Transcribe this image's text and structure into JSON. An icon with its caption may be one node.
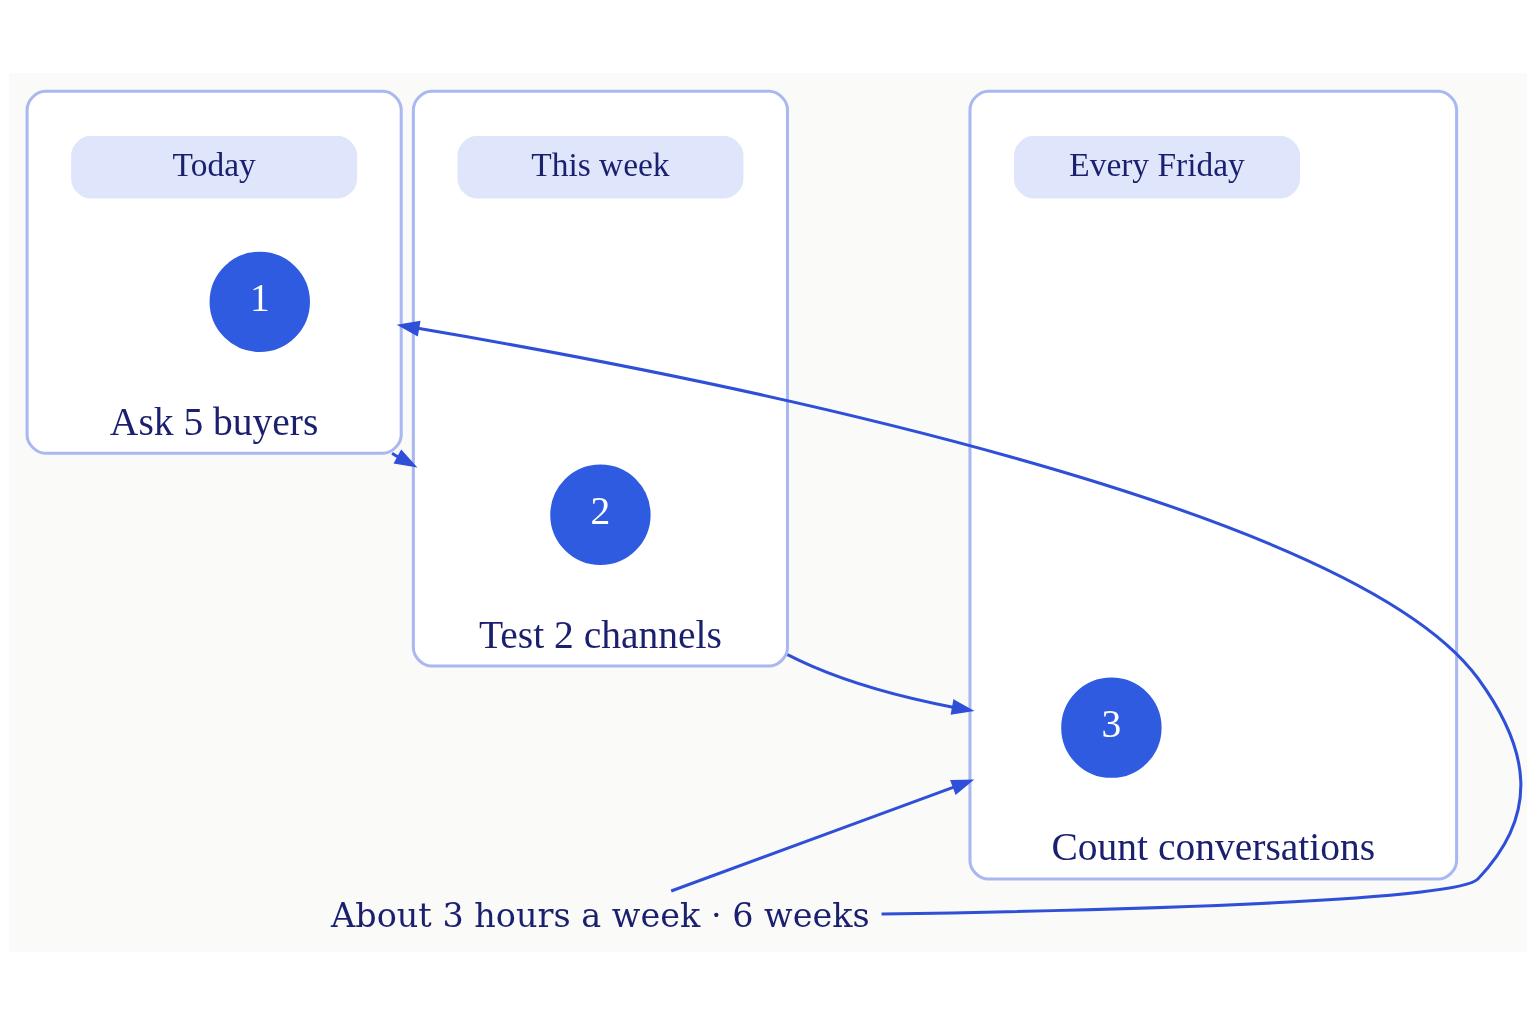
{
  "diagram": {
    "nodes": [
      {
        "text": [
          "Ask 5 buyers"
        ]
      },
      {
        "text": [
          "Today"
        ],
        "in": 0
      },
      {
        "text": [
          "1"
        ],
        "in": 0
      },
      {
        "text": [
          "Test 2 channels"
        ]
      },
      {
        "text": [
          "This week"
        ],
        "in": 3
      },
      {
        "text": [
          "2"
        ],
        "in": 3
      },
      {
        "text": [
          "Count conversations"
        ]
      },
      {
        "text": [
          "Every Friday"
        ],
        "in": 6
      },
      {
        "text": [
          "3"
        ],
        "in": 6
      },
      {
        "text": [
          "About 3 hours a week · 6 weeks"
        ]
      }
    ],
    "edges": [
      {
        "from": 0,
        "to": 3,
        "arrow": "to"
      },
      {
        "from": 3,
        "to": 6,
        "arrow": "to"
      },
      {
        "from": 9,
        "to": 0,
        "arrow": "to"
      },
      {
        "from": 9,
        "to": 6,
        "arrow": "to"
      }
    ]
  }
}
